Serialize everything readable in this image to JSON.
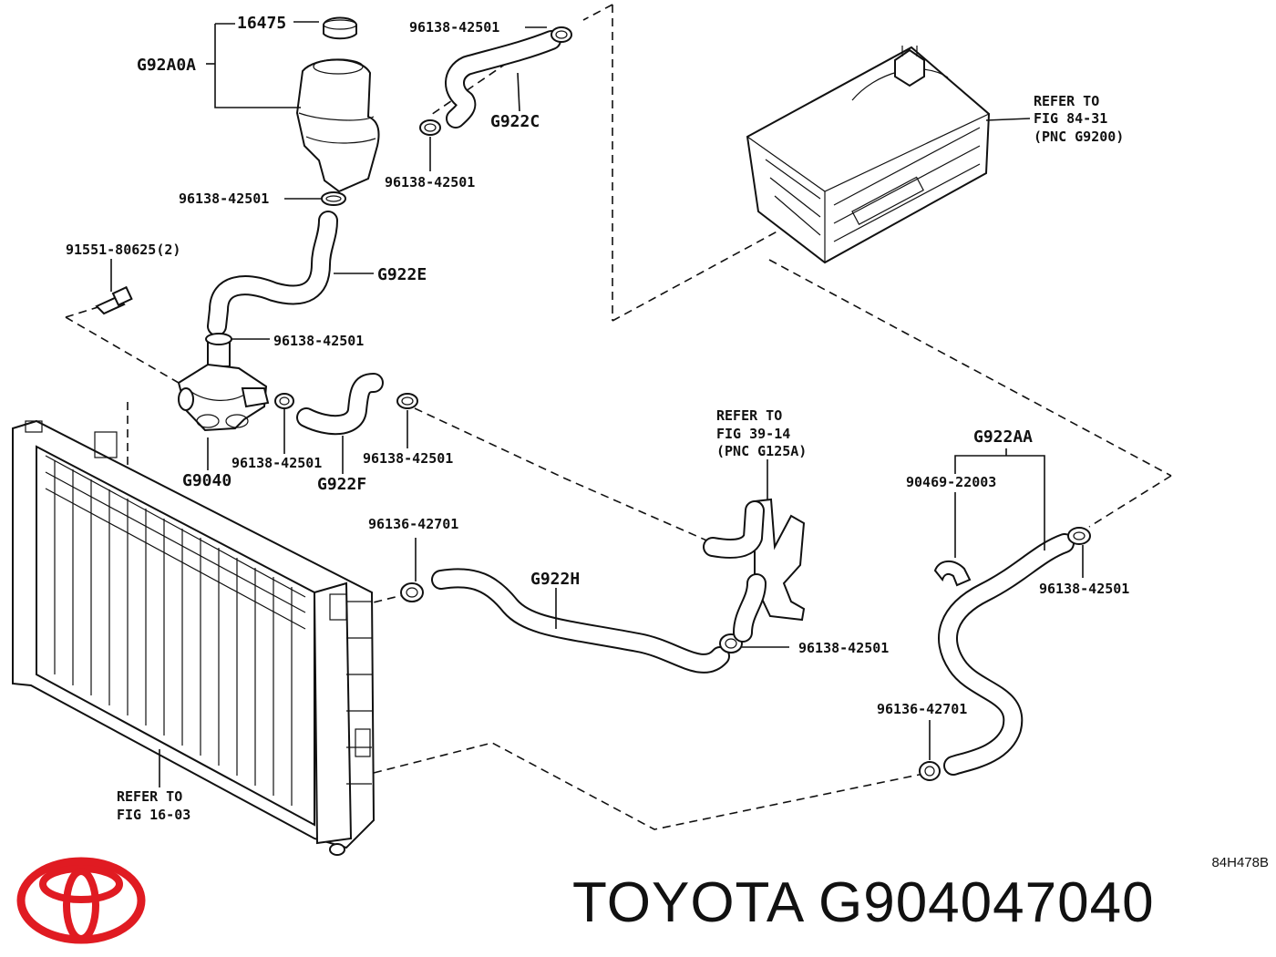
{
  "labels": {
    "p16475": "16475",
    "pG92A0A": "G92A0A",
    "pClampTop": "96138-42501",
    "pG922C": "G922C",
    "pClampC": "96138-42501",
    "pClampTank": "96138-42501",
    "pBolt": "91551-80625(2)",
    "pG922E": "G922E",
    "pClampPump": "96138-42501",
    "pClampF1": "96138-42501",
    "pClampF2": "96138-42501",
    "pG9040": "G9040",
    "pG922F": "G922F",
    "pClampH1": "96136-42701",
    "pG922H": "G922H",
    "pClampH2": "96138-42501",
    "pG922AA": "G922AA",
    "p90469": "90469-22003",
    "pClampAA1": "96138-42501",
    "pClampAA2": "96136-42701"
  },
  "references": {
    "inverter": [
      "REFER TO",
      "FIG 84-31",
      "(PNC G9200)"
    ],
    "cooler": [
      "REFER TO",
      "FIG 39-14",
      "(PNC G125A)"
    ],
    "radiator": [
      "REFER TO",
      "FIG 16-03"
    ]
  },
  "footer": {
    "code": "84H478B",
    "title": "TOYOTA G904047040"
  },
  "brand": {
    "logo_color": "#e01b22"
  }
}
